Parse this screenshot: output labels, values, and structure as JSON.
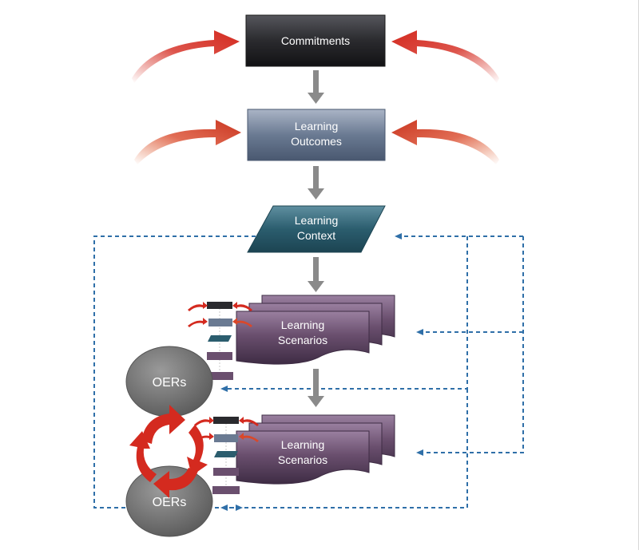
{
  "nodes": {
    "commitments": "Commitments",
    "learning_outcomes": [
      "Learning",
      "Outcomes"
    ],
    "learning_context": [
      "Learning",
      "Context"
    ],
    "scenarios_1": [
      "Learning",
      "Scenarios"
    ],
    "scenarios_2": [
      "Learning",
      "Scenarios"
    ],
    "oers_1": "OERs",
    "oers_2": "OERs"
  },
  "colors": {
    "commitments": "#2a2a2e",
    "outcomes": "#6a7a92",
    "context": "#2b5d6e",
    "scenario": "#6a4f6e",
    "oers": "#7a7a7a",
    "red_arrow": "#d42a1f",
    "orange_arrow": "#d9482a",
    "dashed": "#2f6fa8",
    "flow_arrow": "#8a8a8a"
  }
}
